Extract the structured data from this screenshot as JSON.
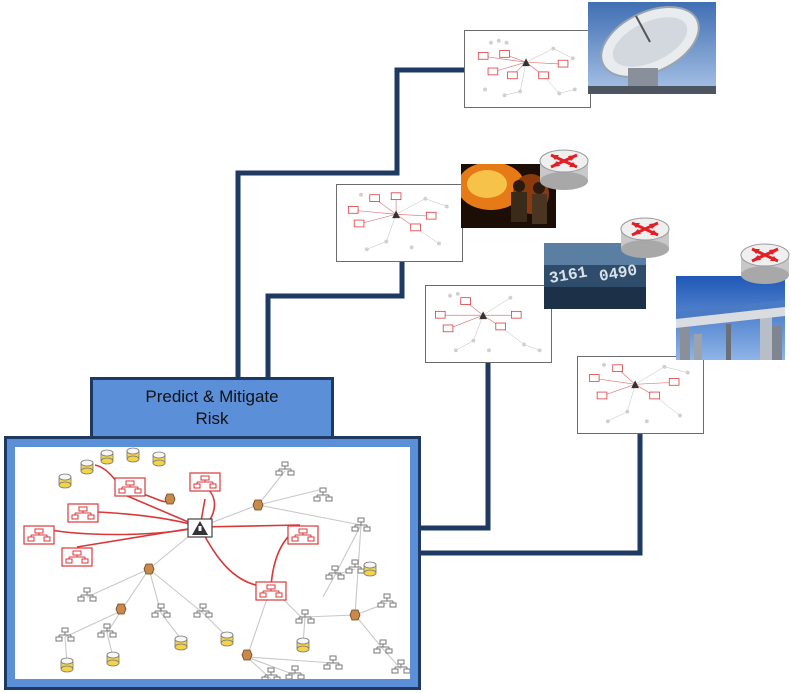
{
  "risk_box": {
    "line1": "Predict & Mitigate",
    "line2": "Risk"
  },
  "colors": {
    "connector": "#1e3a63",
    "panel_fill": "#5b8fd8",
    "network_red": "#d9383a",
    "network_gray": "#8a8a8a",
    "database_yellow": "#f2d34a",
    "hub_orange": "#c8894a"
  },
  "icons": {
    "central_node": "warning-triangle-icon",
    "red_device": "network-device-icon",
    "gray_device": "computer-icon",
    "database": "database-icon",
    "router": "router-icon",
    "hub": "hub-icon"
  },
  "scenarios": [
    {
      "name": "satellite",
      "photo": "satellite-dish-photo",
      "router": false
    },
    {
      "name": "firefighters",
      "photo": "firefighters-photo",
      "router": true
    },
    {
      "name": "credit-card",
      "photo": "credit-card-photo",
      "router": true
    },
    {
      "name": "monorail",
      "photo": "monorail-photo",
      "router": true
    }
  ]
}
